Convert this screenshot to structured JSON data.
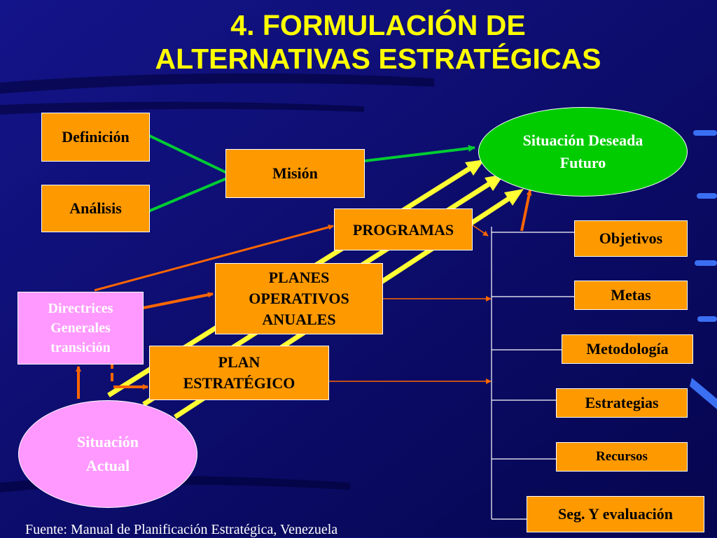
{
  "title": {
    "line1": "4. FORMULACIÓN DE",
    "line2": "ALTERNATIVAS ESTRATÉGICAS"
  },
  "nodes": {
    "definicion": "Definición",
    "analisis": "Análisis",
    "mision": "Misión",
    "situacion_deseada": {
      "line1": "Situación Deseada",
      "line2": "Futuro"
    },
    "programas": "PROGRAMAS",
    "planes_operativos": {
      "line1": "PLANES",
      "line2": "OPERATIVOS",
      "line3": "ANUALES"
    },
    "directrices": {
      "line1": "Directrices",
      "line2": "Generales",
      "line3": "transición"
    },
    "plan_estrategico": {
      "line1": "PLAN",
      "line2": "ESTRATÉGICO"
    },
    "situacion_actual": {
      "line1": "Situación",
      "line2": "Actual"
    }
  },
  "components": {
    "objetivos": "Objetivos",
    "metas": "Metas",
    "metodologia": "Metodología",
    "estrategias": "Estrategias",
    "recursos": "Recursos",
    "seguimiento": "Seg. Y evaluación"
  },
  "source": "Fuente: Manual de Planificación Estratégica, Venezuela",
  "colors": {
    "background": "#0a0a78",
    "title": "#ffff00",
    "box_fill": "#ff9900",
    "pink_fill": "#ff99ff",
    "goal_fill": "#00cc00",
    "green_connector": "#00cc33",
    "orange_connector": "#ff6600",
    "yellow_arrow": "#ffff33"
  }
}
